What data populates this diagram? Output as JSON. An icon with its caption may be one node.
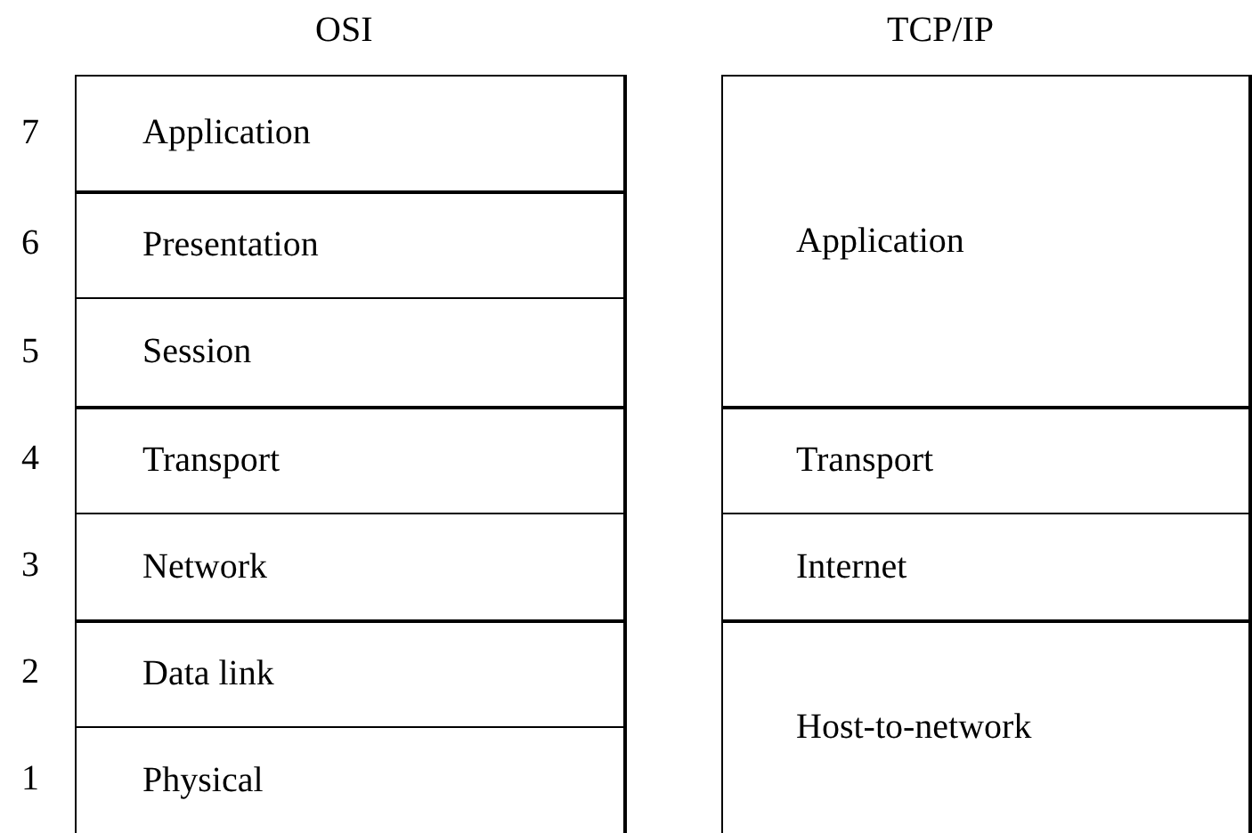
{
  "diagram": {
    "nodes": [
      {
        "text": [
          "OSI"
        ]
      },
      {
        "text": [
          "Application"
        ],
        "in": 0,
        "beside": [
          "7"
        ]
      },
      {
        "text": [
          "Presentation"
        ],
        "in": 0,
        "beside": [
          "6"
        ]
      },
      {
        "text": [
          "Session"
        ],
        "in": 0,
        "beside": [
          "5"
        ]
      },
      {
        "text": [
          "Transport"
        ],
        "in": 0,
        "beside": [
          "4"
        ]
      },
      {
        "text": [
          "Network"
        ],
        "in": 0,
        "beside": [
          "3"
        ]
      },
      {
        "text": [
          "Data link"
        ],
        "in": 0,
        "beside": [
          "2"
        ]
      },
      {
        "text": [
          "Physical"
        ],
        "in": 0,
        "beside": [
          "1"
        ]
      },
      {
        "text": [
          "TCP/IP"
        ]
      },
      {
        "text": [
          "Application"
        ],
        "in": 8
      },
      {
        "text": [
          "Transport"
        ],
        "in": 8
      },
      {
        "text": [
          "Internet"
        ],
        "in": 8
      },
      {
        "text": [
          "Host-to-network"
        ],
        "in": 8
      }
    ],
    "edges": []
  }
}
